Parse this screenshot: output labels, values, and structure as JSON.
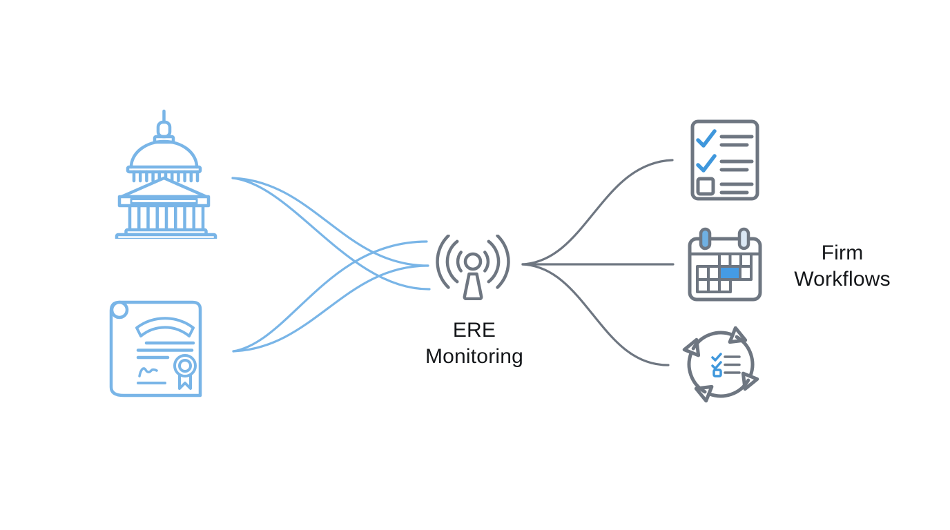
{
  "page": {
    "background": "#ffffff"
  },
  "colors": {
    "blue_stroke": "#79b5e7",
    "blue_accent": "#3f97dc",
    "calendar_highlight": "#459be4",
    "peg_left_fill": "#6fb0e2",
    "peg_right_fill": "#dbe8f5",
    "gray_stroke": "#6e7681",
    "text": "#15171a",
    "background": "#ffffff"
  },
  "diagram": {
    "hub": {
      "icon": "broadcast-antenna-icon",
      "label_line1": "ERE",
      "label_line2": "Monitoring"
    },
    "sources": [
      {
        "icon": "government-building-icon"
      },
      {
        "icon": "certificate-document-icon"
      }
    ],
    "outputs": {
      "label_line1": "Firm",
      "label_line2": "Workflows",
      "items": [
        {
          "icon": "checklist-icon"
        },
        {
          "icon": "calendar-icon"
        },
        {
          "icon": "sync-cycle-icon"
        }
      ]
    }
  }
}
